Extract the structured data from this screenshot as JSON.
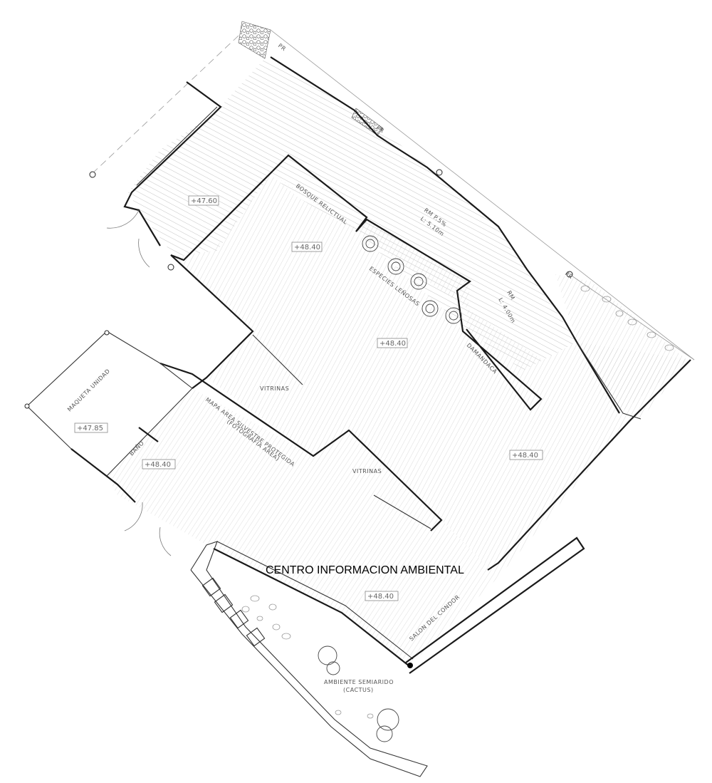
{
  "title": "CENTRO INFORMACION AMBIENTAL",
  "levels": {
    "l1": "+47.60",
    "l2": "+48.40",
    "l3": "+48.40",
    "l4": "+47.85",
    "l5": "+48.40",
    "l6": "+48.40",
    "l7": "+48.40"
  },
  "labels": {
    "bosque": "BOSQUE RELICTUAL",
    "especies": "ESPECIES LEÑOSAS",
    "damandaca": "DAMANDACA",
    "vitrinas1": "VITRINAS",
    "vitrinas2": "VITRINAS",
    "maqueta": "MAQUETA UNIDAD",
    "mapa": "MAPA AREA SILVESTRE PROTEGIDA",
    "foto": "(FOTOGRAFIA AREA)",
    "salon": "SALON DEL CONDOR",
    "semiarido": "AMBIENTE SEMIARIDO",
    "cactus": "(CACTUS)",
    "rampa1": "RM  P.5%",
    "rampa1b": "L: 5.10m",
    "rampa2": "RM",
    "rampa2b": "L: 4.00m",
    "pr1": "PR",
    "pr2": "PR",
    "pr3": "PR",
    "bano": "BAÑO"
  }
}
